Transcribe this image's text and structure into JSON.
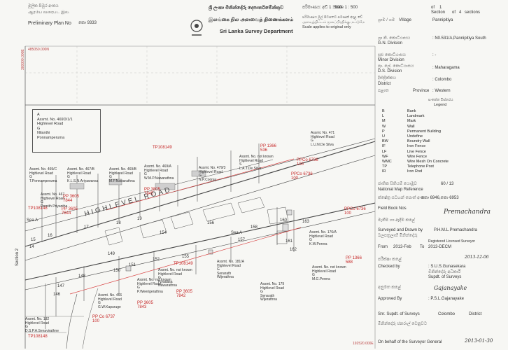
{
  "header": {
    "prelim_si": "මූලික පිඹුර අංකය",
    "prelim_ta": "ஆரம்ப வரைபட இல.",
    "prelim_en": "Preliminary Plan No",
    "office_no": "කො 9333",
    "dept_si": "ශ්‍රී ලංකා මිනින්දෝරු දෙපාර්තමේන්තුව",
    "dept_ta": "இலங்கை நில அளவைத் திணைக்களம்",
    "dept_en": "Sri Lanka Survey Department",
    "scale_si": "පරිමාණය: අඩි 1 : 500",
    "scale_en": "Scale 1 : 500",
    "scale_note_si": "පරිමාණය මුල් පිටපතට පමණක් අදාළ වේ",
    "scale_note_ta": "அளவுத்திட்டம் மூலப்பிரதிக்கு மட்டுமே",
    "scale_note_en": "Scale applies to original only"
  },
  "right_panel": {
    "section_label": "Section",
    "sheet_of": "of",
    "sheet_no": "1",
    "sheet_total": "4",
    "sections_label": "sections",
    "village_si": "ග්‍රාම / ගම",
    "village_en": "Village",
    "village_value": "Pannipitiya",
    "gn_si": "ග්‍රා නි. කොට්ඨාසය",
    "gn_en": "G.N. Division",
    "gn_value": ": N0.531/A,Pannipitiya South",
    "minor_si": "සුළු කොට්ඨාසය",
    "minor_en": "Minor Division",
    "minor_value": ": -",
    "ds_si": "ප්‍රා. ලේ. කොට්ඨාසය",
    "ds_en": "D.S. Division",
    "ds_value": ": Maharagama",
    "district_si": "දිස්ත්‍රික්කය",
    "district_en": "District",
    "district_value": ": Colombo",
    "province_si": "පළාත",
    "province_en": "Province",
    "province_value": ": Western",
    "legend_title_si": "සංකේත විස්තරය",
    "legend_title": "Legend",
    "legend": [
      {
        "code": "B",
        "desc": "Bank"
      },
      {
        "code": "L",
        "desc": "Landmark"
      },
      {
        "code": "M",
        "desc": "Mark"
      },
      {
        "code": "W",
        "desc": "Wall"
      },
      {
        "code": "P",
        "desc": "Permanent Building"
      },
      {
        "code": "U",
        "desc": "Undefine"
      },
      {
        "code": "BW",
        "desc": "Boundry Wall"
      },
      {
        "code": "IF",
        "desc": "Iron Fence"
      },
      {
        "code": "LF",
        "desc": "Live Fence"
      },
      {
        "code": "WF",
        "desc": "Wire Fence"
      },
      {
        "code": "WMC",
        "desc": "Wire Mesh On Concrete"
      },
      {
        "code": "TP",
        "desc": "Telephone Post"
      },
      {
        "code": "IR",
        "desc": "Iron Rod"
      }
    ],
    "national_map_si": "ජාතික සිතියම් යොමුව",
    "national_map_value": "60 / 13",
    "national_map_en": "National Map Reference",
    "field_book_si": "ක්ෂේත්‍ර සටහන් පොත් අංක",
    "field_book_value": "කො 6946,කො 6953",
    "field_book_en": "Field Book Nos",
    "surveyed_si": "මැනීම හා ඇඳීම කළේ",
    "surveyed_en": "Surveyed and Drawn by",
    "surveyor_name": "P.H.M.L.Premachandra",
    "licensed_si": "බලපත්‍රලාභී මිනින්දෝරු",
    "licensed_en": "Registered Licensed Surveyor",
    "from_label": "From",
    "from_value": "2013-Feb",
    "to_label": "To",
    "to_value": "2013-DECM",
    "checked_si": "පරීක්ෂා කළේ",
    "checked_en": "Checked by",
    "checked_name": ": S.U.S.Gunasekara",
    "supdt_si": "මිනින්දෝරු අධිකාරී",
    "supdt_en": "Supdt. of Surveys",
    "approved_si": "අනුමත කළේ",
    "approved_en": "Approved By",
    "approved_name": ": P.S.L.Gajanayake",
    "snr_supdt_en": "Snr. Supdt. of Surveys",
    "approved_district": "Colombo",
    "district_label": "District",
    "behalf_si": "මිනින්දෝරු ජනරාල් වෙනුවට",
    "behalf_en": "On behalf of the Surveyor General",
    "sign_date": "2013-01-30",
    "sig_surveyor": "Premachandra",
    "sig_checked": "2013-12-06",
    "sig_approved": "Gajanayake"
  },
  "map": {
    "grid_top_left": "485050.000N",
    "grid_left": "300000.000E",
    "grid_bottom": "192520.000E",
    "road_name": "HIGHLEVEL  ROAD",
    "section_label": "Section 2",
    "sea_label": "Sea A",
    "sea_label2": "Sea A",
    "pbox_text": "A\nAssmt. No. 469D/1/1\nHighlevel Road\nG\nNilanthi\nPonnamperuma",
    "lots": [
      "154",
      "156",
      "158",
      "160",
      "157",
      "155",
      "152",
      "151",
      "150",
      "149",
      "148",
      "147",
      "146",
      "15",
      "16",
      "17",
      "18",
      "19",
      "14",
      "163",
      "161",
      "162"
    ],
    "tp_labels": [
      "TP108149",
      "TP108148",
      "TP108149",
      "TP108148"
    ],
    "pp_labels": [
      "PP 1366\n536",
      "PPCo 6736\n100",
      "PPCo 6736\n100",
      "PP 3805\n7845",
      "PP 3605\n7844",
      "PP 3605\n7844",
      "PPCo 6736\n100",
      "PP 3605\n7842",
      "PP 3605\n7843",
      "PP Co 6737\n100",
      "PP 1366\n588"
    ],
    "parcels": [
      "Assmt. No. not known\nHighlevel Road\nS\nL.A.T.De Silva",
      "Assmt. No. 471\nHighlevel Road\nG\nL.U.N.De Silva",
      "Assmt. No. 469/C\nHighlevel Road\nG\nT.Ponnamperuma",
      "Assmt. No. 467/B\nHighlevel Road\nG\nK.L.S.N.Ariyawansa",
      "Assmt. No. 469/B\nHighlevel Road\nG\nM.P.Nawarathna",
      "Assmt. No. 469/A\nHighlevel Road\nG\nW.M.P.Nawarathna",
      "Assmt. No. 479/3\nHighlevel Road\nG\nN.P.Cooray",
      "Assmt. No. 467\nHighlevel Road\nG\nDomith Priyantha",
      "Assmt. No. 176/A\nHighlevel Road\nG\nK.W.Perera",
      "Assmt. No. not known\nHighlevel Road\nG\nM.G.Perera",
      "Assmt. No. 181/A\nHighlevel Road\nG\nSenarath\nWijerathna",
      "Assmt. No. 179\nHighlevel Road\nG\nSenarath\nWijerathna",
      "Assmt. No. not known\nHighlevel Road\nG\nPiyadasa\nNawarathna",
      "Assmt. No. not known\nHighlevel Road\nG\nP.Weerigerathna",
      "Assmt. No. 466\nHighlevel Road\nG\nG.W.Kapuruge",
      "Assmt. No. 182\nHighlevel Road\nG\nD.S.P.A.Senavirathne"
    ]
  }
}
